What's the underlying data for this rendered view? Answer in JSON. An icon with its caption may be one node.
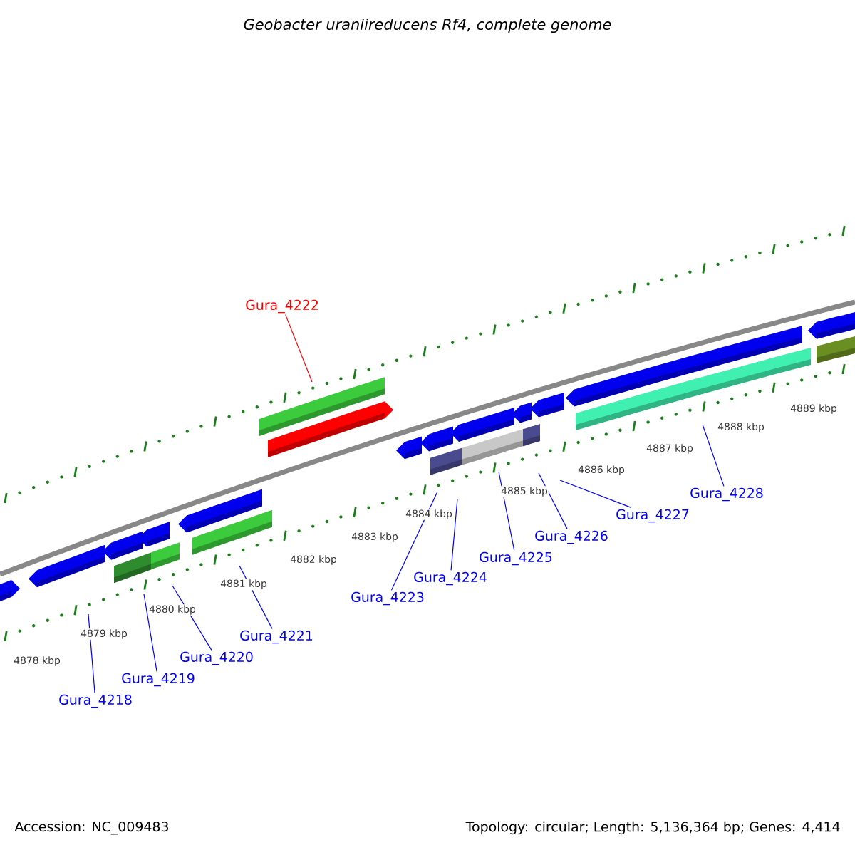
{
  "diagram": {
    "title": "Geobacter uraniireducens Rf4, complete genome",
    "nodes": [
      {
        "text": [
          "Gura_4222"
        ]
      },
      {
        "text": [
          "Gura_4218"
        ]
      },
      {
        "text": [
          "Gura_4219"
        ]
      },
      {
        "text": [
          "Gura_4220"
        ]
      },
      {
        "text": [
          "Gura_4221"
        ]
      },
      {
        "text": [
          "Gura_4223"
        ]
      },
      {
        "text": [
          "Gura_4224"
        ]
      },
      {
        "text": [
          "Gura_4225"
        ]
      },
      {
        "text": [
          "Gura_4226"
        ]
      },
      {
        "text": [
          "Gura_4227"
        ]
      },
      {
        "text": [
          "Gura_4228"
        ]
      }
    ],
    "edges": [
      {
        "from": 0,
        "to": null,
        "arrow": "none",
        "color": "#ff0000"
      },
      {
        "from": 1,
        "to": null,
        "arrow": "none"
      },
      {
        "from": 2,
        "to": null,
        "arrow": "none"
      },
      {
        "from": 3,
        "to": null,
        "arrow": "none"
      },
      {
        "from": 4,
        "to": null,
        "arrow": "none"
      },
      {
        "from": 5,
        "to": null,
        "arrow": "none"
      },
      {
        "from": 6,
        "to": null,
        "arrow": "none"
      },
      {
        "from": 7,
        "to": null,
        "arrow": "none"
      },
      {
        "from": 8,
        "to": null,
        "arrow": "none"
      },
      {
        "from": 9,
        "to": null,
        "arrow": "none"
      },
      {
        "from": 10,
        "to": null,
        "arrow": "none"
      }
    ],
    "labels": [
      "4878 kbp",
      "4879 kbp",
      "4880 kbp",
      "4881 kbp",
      "4882 kbp",
      "4883 kbp",
      "4884 kbp",
      "4885 kbp",
      "4886 kbp",
      "4887 kbp",
      "4888 kbp",
      "4889 kbp",
      "Accession: NC_009483",
      "Topology: circular; Length: 5,136,364 bp; Genes: 4,414"
    ]
  }
}
